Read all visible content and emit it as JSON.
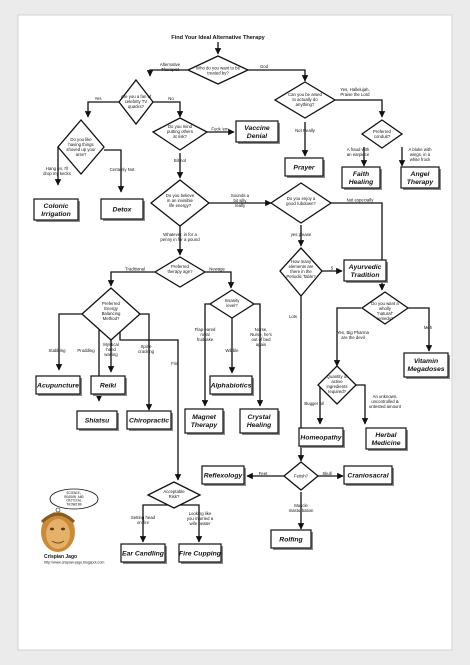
{
  "title": "Find Your Ideal Alternative Therapy",
  "questions": {
    "q_treated_by": "Who do you want to be treated by?",
    "q_fan_quacks": "Are you a fan of celebrity TV quacks?",
    "q_things_shoved": "Do you like having things shoved up your arse?",
    "q_putting_risk": "Do you mind putting others at risk?",
    "q_arsed": "Can you be arsed to actually do anything?",
    "q_preferred_conduit": "Preferred conduit?",
    "q_invisible_energy": "Do you believe in an invisible life energy?",
    "q_silly_rubdown": "Do you enjoy a good rubdown?",
    "q_therapy_age": "Preferred therapy age?",
    "q_energy_method": "Preferred Energy Balancing Method?",
    "q_insanity": "Insanity level?",
    "q_periodic": "How many elements are there in the Periodic Table?",
    "q_natural": "Do you want a wholly \"natural\" remedy?",
    "q_quantity": "Quantity of active ingredients required?",
    "q_fetish": "Fetish?",
    "q_acceptable_risk": "Acceptable Risk?"
  },
  "labels": {
    "alt_therapist": "Alternative Therapist",
    "god": "God",
    "yes": "Yes",
    "no": "No",
    "hang_on": "Hang on, I'll drop my kecks",
    "certainly_not": "Certainly Not",
    "fuck_em": "Fuck 'em",
    "bit_not": "Bit not",
    "hallelujah": "Yes, Hallelujah, Praise the Lord",
    "not_really": "Not Really",
    "fraud_earpiece": "A fraud with an earpiece",
    "bloke_wings": "A bloke with wings, in a white frock",
    "whatever": "Whatever, in for a penny in for a pound",
    "sounds_silly": "Sounds a bit silly really",
    "not_especially": "Not especially",
    "yes_please": "yes please",
    "traditional": "Traditional",
    "newage": "Newage",
    "five": "5",
    "lots": "Lots",
    "stabbing": "Stabbing",
    "prodding": "Prodding",
    "mystical": "Mystical hand waving",
    "spine": "Spine cracking",
    "fire": "Fire",
    "flap_eared": "Flap-eared royal fruitcake",
    "wibble": "Wibble",
    "nurse": "Nurse, Nurse, he's out of bed again",
    "big_pharma": "Yes, Big Pharma are the devil",
    "meh": "Meh",
    "bugger_all": "Bugger all",
    "unknown": "An unknown, uncontrolled & untested amount",
    "feet": "Feet",
    "skull": "Skull",
    "muscle": "Muscle masturbation",
    "setting_fire": "Setting head on fire",
    "looking_like": "Looking like you married a wife beater"
  },
  "results": {
    "vaccine_denial": "Vaccine Denial",
    "colonic": "Colonic Irrigation",
    "detox": "Detox",
    "prayer": "Prayer",
    "faith_healing": "Faith Healing",
    "angel_therapy": "Angel Therapy",
    "ayurvedic": "Ayurvedic Tradition",
    "acupuncture": "Acupuncture",
    "reiki": "Reiki",
    "shiatsu": "Shiatsu",
    "chiropractic": "Chiropractic",
    "alphabiotics": "Alphabiotics",
    "magnet": "Magnet Therapy",
    "crystal": "Crystal Healing",
    "vitamin": "Vitamin Megadoses",
    "homeopathy": "Homeopathy",
    "herbal": "Herbal Medicine",
    "reflexology": "Reflexology",
    "craniosacral": "Craniosacral",
    "rolfing": "Rolfing",
    "ear_candling": "Ear Candling",
    "fire_cupping": "Fire Cupping"
  },
  "credit": {
    "author": "Crispian Jago",
    "url": "http://www.crispian-jago.blogspot.com",
    "bubble": "SCIENCE, REASON AND CRITICAL THINKING"
  }
}
